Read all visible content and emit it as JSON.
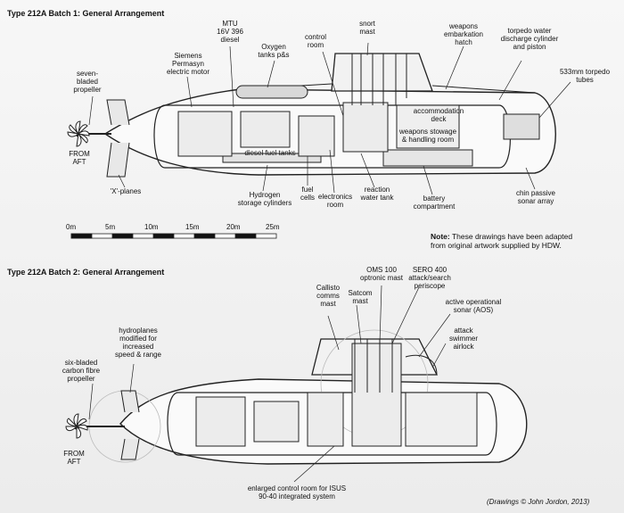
{
  "batch1": {
    "title": "Type 212A Batch 1: General Arrangement",
    "labels": {
      "propeller": "seven-\nbladed\npropeller",
      "from_aft": "FROM\nAFT",
      "x_planes": "'X'-planes",
      "motor": "Siemens\nPermasyn\nelectric motor",
      "diesel": "MTU\n16V 396\ndiesel",
      "oxygen": "Oxygen\ntanks p&s",
      "control": "control\nroom",
      "snort": "snort\nmast",
      "weapons_hatch": "weapons\nembarkation\nhatch",
      "torpedo_water": "torpedo water\ndischarge cylinder\nand piston",
      "tubes": "533mm torpedo\ntubes",
      "accommodation": "accommodation\ndeck",
      "weapons_stowage": "weapons stowage\n& handling room",
      "diesel_fuel": "diesel fuel tanks",
      "hydrogen": "Hydrogen\nstorage cylinders",
      "fuel_cells": "fuel\ncells",
      "electronics": "electronics\nroom",
      "reaction": "reaction\nwater tank",
      "battery": "battery\ncompartment",
      "chin": "chin passive\nsonar array"
    },
    "scale": [
      "0m",
      "5m",
      "10m",
      "15m",
      "20m",
      "25m"
    ],
    "note_label": "Note:",
    "note_text": "These drawings have been adapted\nfrom original artwork supplied by HDW."
  },
  "batch2": {
    "title": "Type 212A Batch 2: General Arrangement",
    "labels": {
      "propeller": "six-bladed\ncarbon fibre\npropeller",
      "hydroplanes": "hydroplanes\nmodified for\nincreased\nspeed & range",
      "from_aft": "FROM\nAFT",
      "callisto": "Callisto\ncomms\nmast",
      "satcom": "Satcom\nmast",
      "oms": "OMS 100\noptronic mast",
      "sero": "SERO 400\nattack/search\nperiscope",
      "aos": "active operational\nsonar (AOS)",
      "airlock": "attack\nswimmer\nairlock",
      "control_room": "enlarged control room for ISUS\n90-40 integrated system"
    }
  },
  "credit": "(Drawings © John Jordon, 2013)"
}
